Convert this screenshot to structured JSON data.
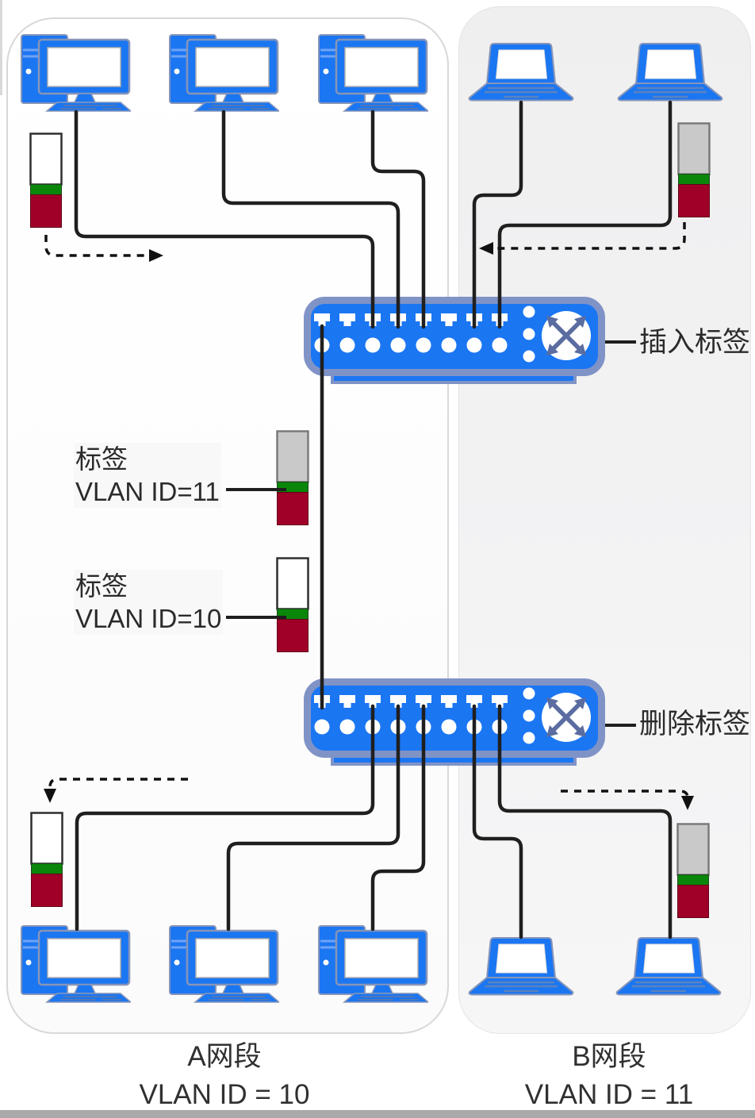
{
  "segments": {
    "a": {
      "name": "A网段",
      "vlan_label": "VLAN ID = 10"
    },
    "b": {
      "name": "B网段",
      "vlan_label": "VLAN ID = 11"
    }
  },
  "callouts": {
    "insert_tag": "插入标签",
    "delete_tag": "删除标签"
  },
  "tag_notes": {
    "vlan11": {
      "line1": "标签",
      "line2": "VLAN ID=11"
    },
    "vlan10": {
      "line1": "标签",
      "line2": "VLAN ID=10"
    }
  },
  "colors": {
    "device_blue": "#1B76F2",
    "switch_bezel": "#8093C6",
    "switch_glyph": "#5A6CA0",
    "tag_green": "#0A870A",
    "tag_red": "#A00028",
    "tag_gray_top": "#C9C9C9",
    "segment_a_background": "#FFFFFF",
    "segment_b_background": "#F1F1F2",
    "cable_black": "#1F1F1F"
  }
}
